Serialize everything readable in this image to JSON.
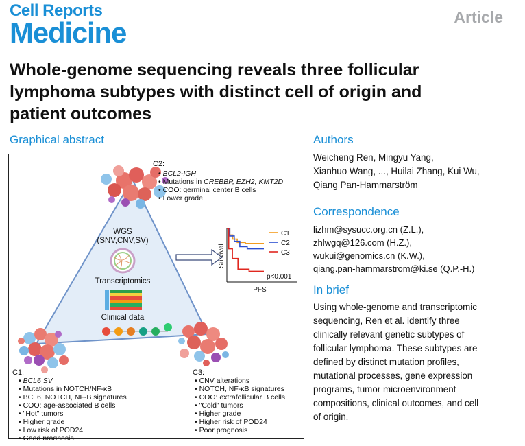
{
  "header": {
    "journal_line1": "Cell Reports",
    "journal_line2": "Medicine",
    "article_type": "Article"
  },
  "title_lines": [
    "Whole-genome sequencing reveals three follicular",
    "lymphoma subtypes with distinct cell of origin and",
    "patient outcomes"
  ],
  "graphical_abstract": {
    "heading": "Graphical abstract",
    "center": {
      "wgs": "WGS",
      "wgs_sub": "(SNV,CNV,SV)",
      "transcriptomics": "Transcriptomics",
      "clinical": "Clinical data"
    },
    "plot": {
      "ylabel": "Survival",
      "xlabel": "PFS",
      "pvalue": "p<0.001",
      "legend": [
        "C1",
        "C2",
        "C3"
      ]
    },
    "clusters": {
      "c1": {
        "label": "C1:",
        "items": [
          "BCL6 SV",
          "Mutations in NOTCH/NF-κB",
          "BCL6, NOTCH, NF-B signatures",
          "COO: age-associated B cells",
          "\"Hot\" tumors",
          "Higher grade",
          "Low risk of POD24",
          "Good prognosis"
        ]
      },
      "c2": {
        "label": "C2:",
        "item1_italic": "BCL2-IGH",
        "item2_prefix": "Mutations in ",
        "item2_italic": "CREBBP, EZH2, KMT2D",
        "item3": "COO: germinal center B cells",
        "item4": "Lower grade"
      },
      "c3": {
        "label": "C3:",
        "items": [
          "CNV alterations",
          "NOTCH, NF-κB signatures",
          "COO: extrafollicular B cells",
          "\"Cold\" tumors",
          "Higher grade",
          "Higher risk of POD24",
          "Poor prognosis"
        ]
      }
    }
  },
  "authors": {
    "heading": "Authors",
    "lines": [
      "Weicheng Ren, Mingyu Yang,",
      "Xianhuo Wang, ..., Huilai Zhang, Kui Wu,",
      "Qiang Pan-Hammarström"
    ]
  },
  "correspondence": {
    "heading": "Correspondence",
    "lines": [
      "lizhm@sysucc.org.cn (Z.L.),",
      "zhlwgq@126.com (H.Z.),",
      "wukui@genomics.cn (K.W.),",
      "qiang.pan-hammarstrom@ki.se (Q.P.-H.)"
    ]
  },
  "in_brief": {
    "heading": "In brief",
    "lines": [
      "Using whole-genome and transcriptomic",
      "sequencing, Ren et al. identify three",
      "clinically relevant genetic subtypes of",
      "follicular lymphoma. These subtypes are",
      "defined by distinct mutation profiles,",
      "mutational processes, gene expression",
      "programs, tumor microenvironment",
      "compositions, clinical outcomes, and cell",
      "of origin."
    ]
  },
  "colors": {
    "brand": "#1a8fd6",
    "c1_curve": "#f39c1e",
    "c2_curve": "#2b4fd0",
    "c3_curve": "#e0271f",
    "triangle_fill": "#e3edf8",
    "triangle_stroke": "#6f93c9"
  }
}
